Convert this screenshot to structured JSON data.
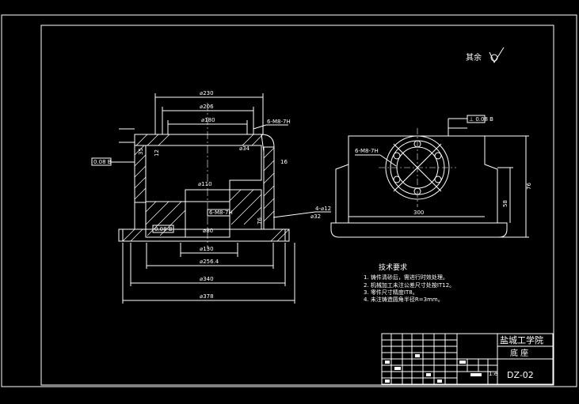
{
  "roughness": {
    "label": "其余"
  },
  "dimensions": {
    "d230": "⌀230",
    "d206": "⌀206",
    "d180": "⌀180",
    "d110": "⌀110",
    "d80": "⌀80",
    "d130": "⌀130",
    "d256": "⌀256.4",
    "d340": "⌀340",
    "d378": "⌀378",
    "d34": "⌀34",
    "d32": "⌀32",
    "n300": "300",
    "n16": "16",
    "n76": "76",
    "n58": "58",
    "n12": "12",
    "n35": "35",
    "holes1": "6-M8-7H",
    "holes2": "6-M8-7H",
    "holes3": "4-⌀12",
    "tol_box1": "⊥ 0.08 B",
    "tol_box2": "0.08 B",
    "tol_box3": "0.08 B"
  },
  "tech": {
    "heading": "技术要求",
    "items": [
      "1. 铸件清砂后，需进行时效处理。",
      "2. 机械加工未注公差尺寸处按IT12。",
      "3. 零件尺寸精度IT8。",
      "4. 未注铸造圆角半径R=3mm。"
    ]
  },
  "title_block": {
    "school": "盐城工学院",
    "part": "底  座",
    "drawing_no": "DZ-02",
    "scale_mark": "1:e"
  }
}
